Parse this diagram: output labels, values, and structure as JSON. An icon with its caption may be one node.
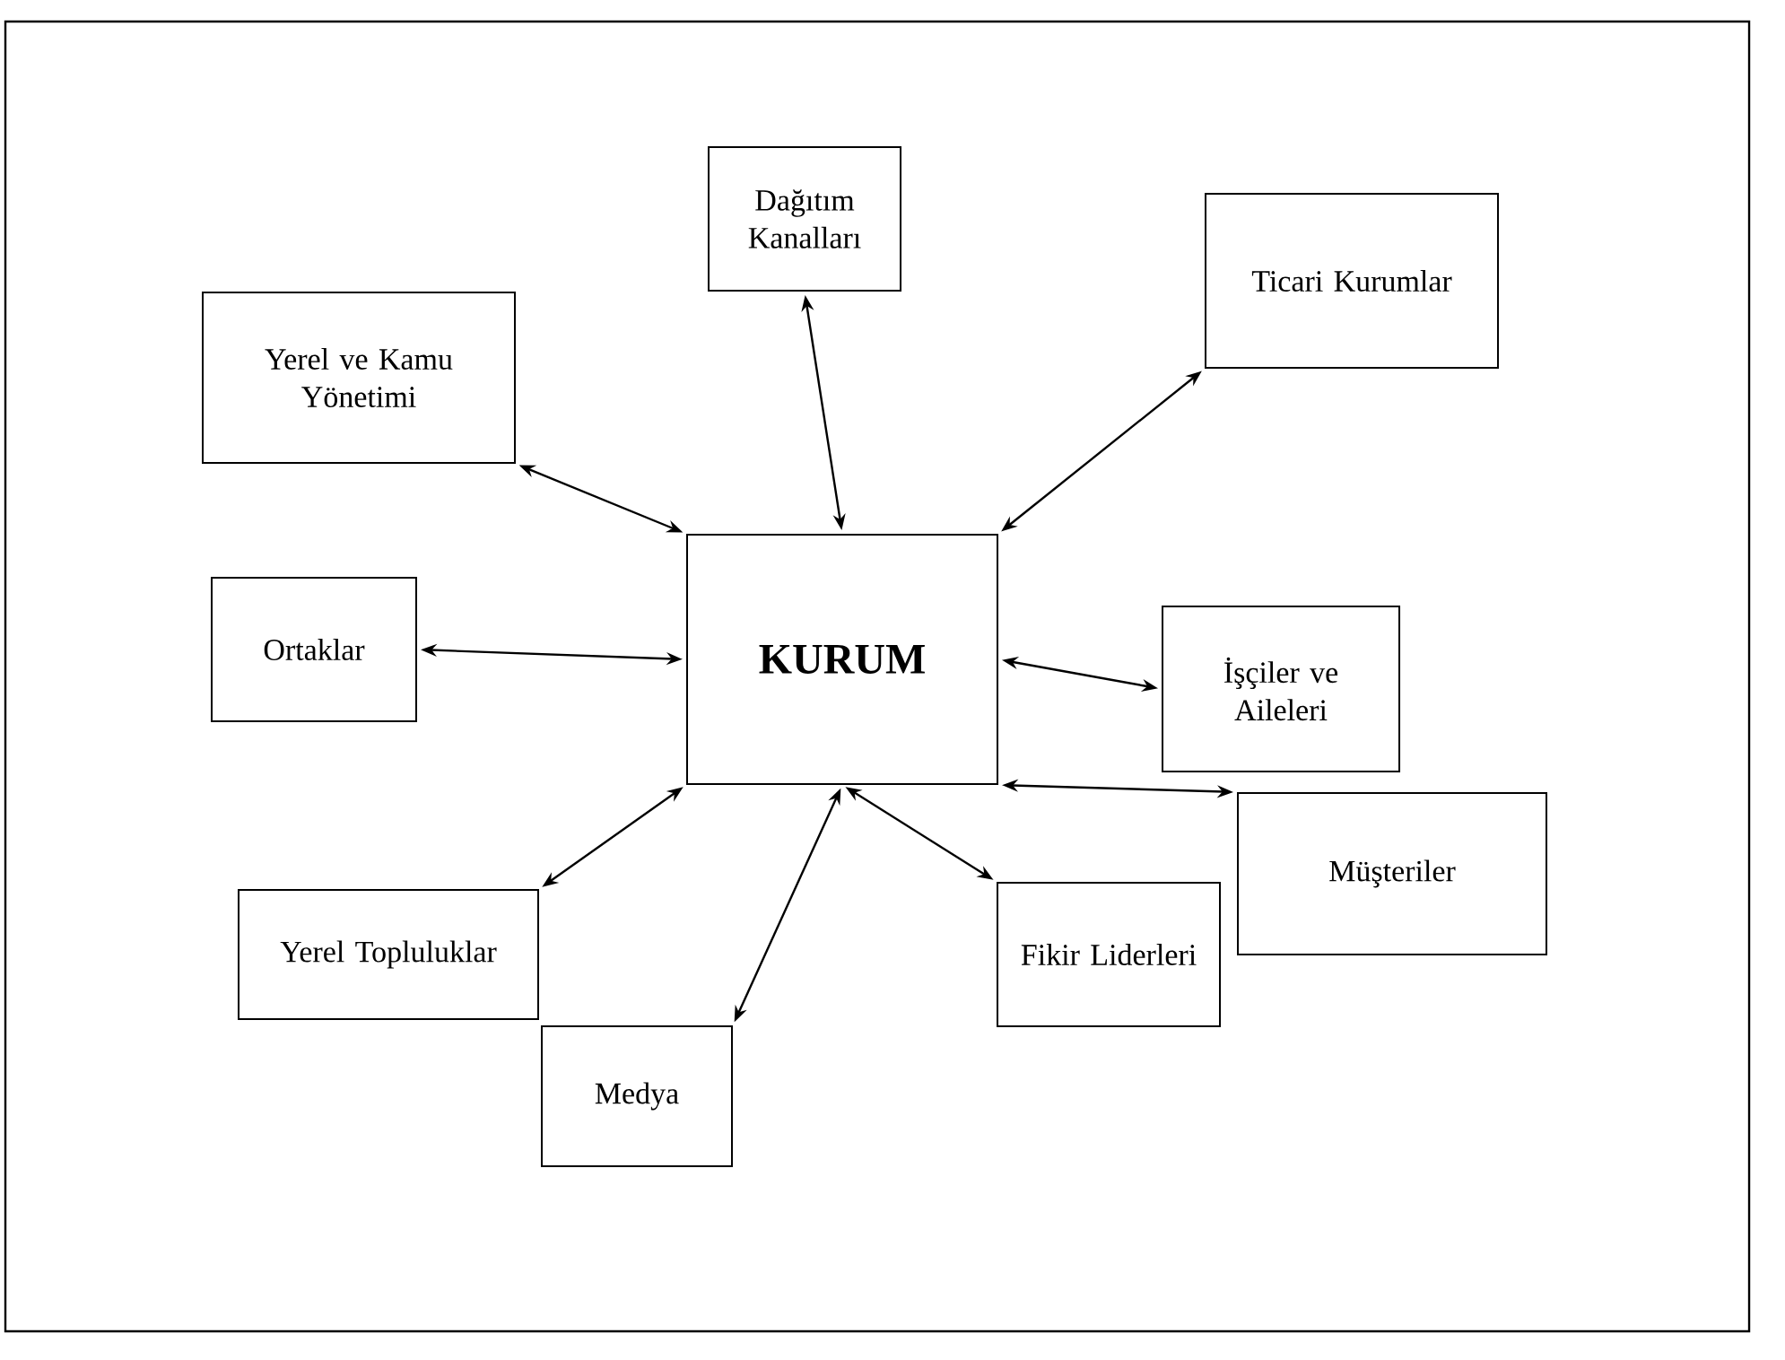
{
  "diagram": {
    "nodes": [
      {
        "text": [
          "Dağıtım Kanalları"
        ]
      },
      {
        "text": [
          "Yerel ve Kamu Yönetimi"
        ]
      },
      {
        "text": [
          "Ticari Kurumlar"
        ]
      },
      {
        "text": [
          "KURUM"
        ]
      },
      {
        "text": [
          "Ortaklar"
        ]
      },
      {
        "text": [
          "İşçiler ve Aileleri"
        ]
      },
      {
        "text": [
          "Müşteriler"
        ]
      },
      {
        "text": [
          "Yerel Topluluklar"
        ]
      },
      {
        "text": [
          "Fikir Liderleri"
        ]
      },
      {
        "text": [
          "Medya"
        ]
      }
    ],
    "edges": [
      {
        "from": 3,
        "to": 0,
        "arrow": "both"
      },
      {
        "from": 3,
        "to": 1,
        "arrow": "both"
      },
      {
        "from": 3,
        "to": 2,
        "arrow": "both"
      },
      {
        "from": 3,
        "to": 4,
        "arrow": "both"
      },
      {
        "from": 3,
        "to": 5,
        "arrow": "both"
      },
      {
        "from": 3,
        "to": 6,
        "arrow": "both"
      },
      {
        "from": 3,
        "to": 7,
        "arrow": "both"
      },
      {
        "from": 3,
        "to": 9,
        "arrow": "both"
      },
      {
        "from": 3,
        "to": 8,
        "arrow": "both"
      }
    ]
  }
}
